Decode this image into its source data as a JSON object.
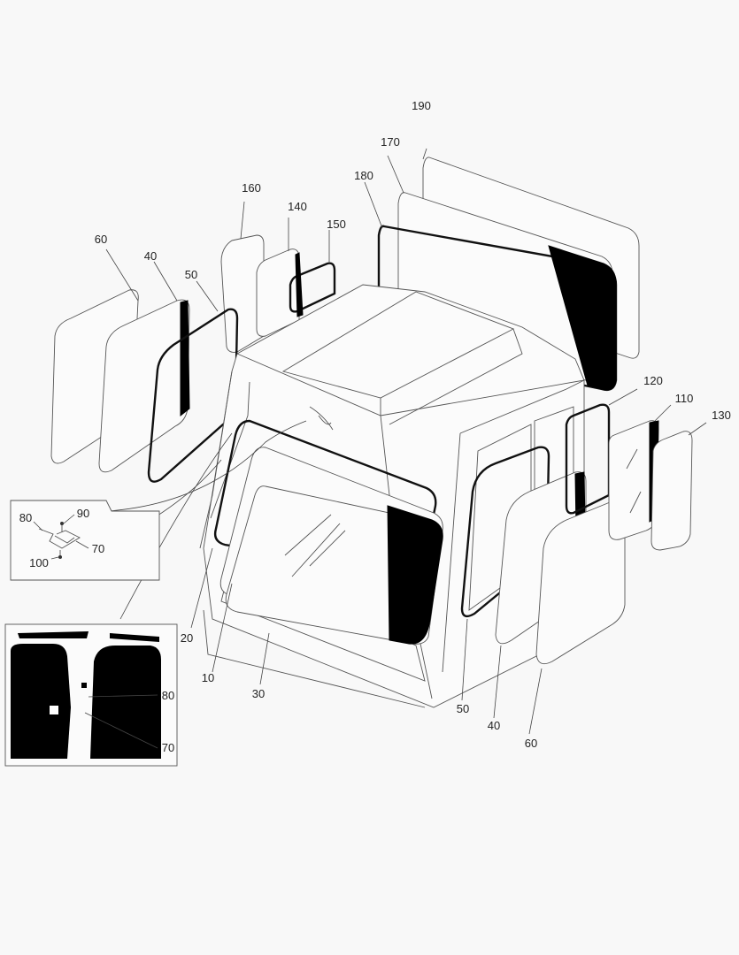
{
  "callouts": {
    "c10": "10",
    "c20": "20",
    "c30": "30",
    "c40_left": "40",
    "c40_right": "40",
    "c50_left": "50",
    "c50_right": "50",
    "c60_left": "60",
    "c60_right": "60",
    "c110": "110",
    "c120": "120",
    "c130": "130",
    "c140": "140",
    "c150": "150",
    "c160": "160",
    "c170": "170",
    "c180": "180",
    "c190": "190",
    "inset1_80": "80",
    "inset1_90": "90",
    "inset1_70": "70",
    "inset1_100": "100",
    "inset2_80": "80",
    "inset2_70": "70"
  }
}
